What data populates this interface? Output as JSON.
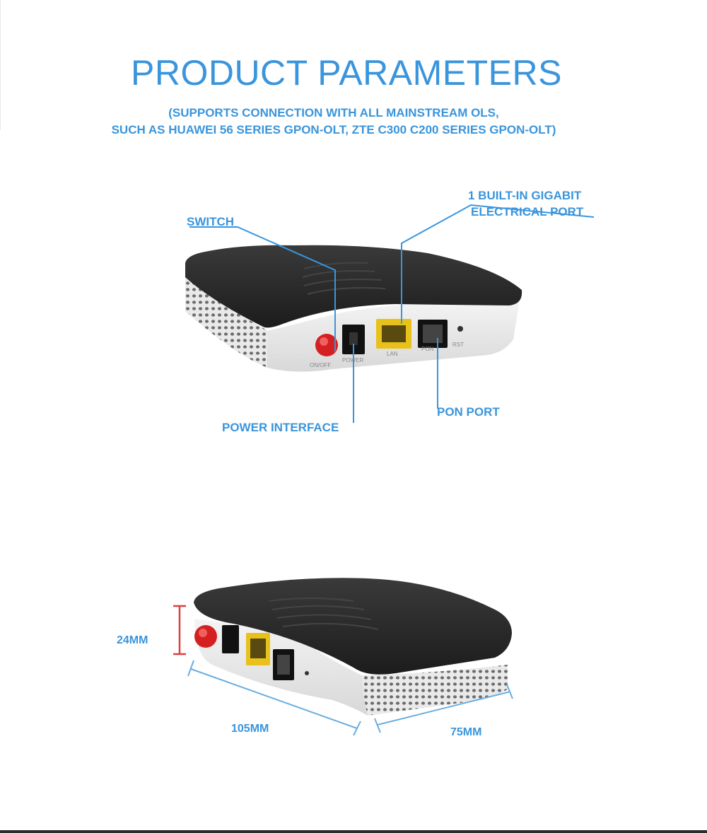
{
  "header": {
    "title": "PRODUCT PARAMETERS",
    "subtitle_line1": "(SUPPORTS CONNECTION WITH ALL MAINSTREAM OLS,",
    "subtitle_line2": "SUCH AS HUAWEI 56 SERIES GPON-OLT, ZTE C300 C200 SERIES GPON-OLT)"
  },
  "callouts": {
    "switch": "SWITCH",
    "gigabit_line1": "1 BUILT-IN GIGABIT",
    "gigabit_line2": "ELECTRICAL PORT",
    "power_interface": "POWER INTERFACE",
    "pon_port": "PON PORT"
  },
  "device_ports": {
    "on_off": "ON/OFF",
    "power": "POWER",
    "lan": "LAN",
    "pon": "PON",
    "rst": "RST"
  },
  "dimensions": {
    "height": "24MM",
    "length": "105MM",
    "width": "75MM"
  },
  "colors": {
    "accent": "#3a95dc",
    "device_top": "#2a2a2a",
    "device_body": "#e6e6e6",
    "switch_red": "#d42020",
    "lan_yellow": "#e8c21a",
    "dim_red": "#d94040"
  }
}
